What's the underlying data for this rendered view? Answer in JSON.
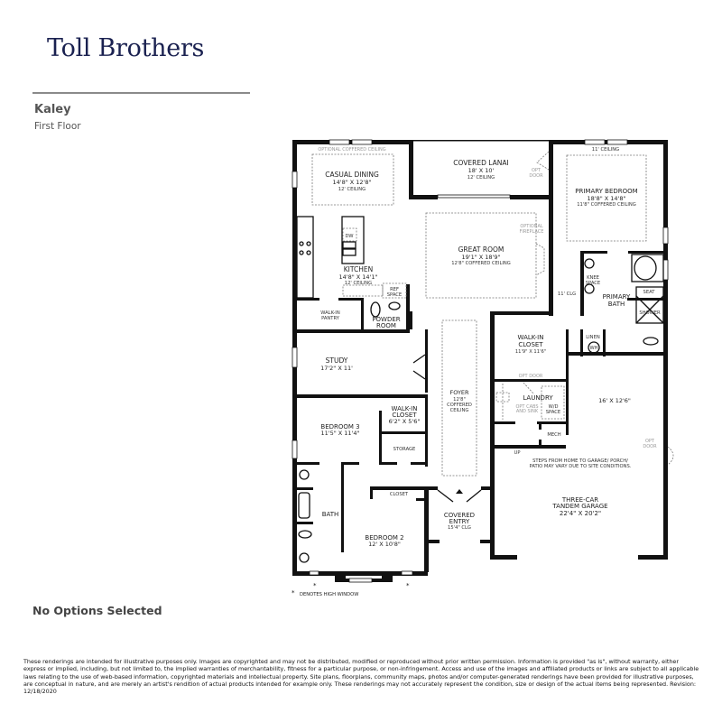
{
  "header": {
    "brand": "Toll Brothers",
    "model_name": "Kaley",
    "floor_name": "First Floor"
  },
  "plan": {
    "rooms": {
      "casual_dining": {
        "name": "CASUAL DINING",
        "dims": "14'8\" X 12'8\"",
        "note": "12' CEILING",
        "above": "OPTIONAL COFFERED CEILING"
      },
      "covered_lanai": {
        "name": "COVERED LANAI",
        "dims": "18' X 10'",
        "note": "12' CEILING"
      },
      "opt_door_lanai": {
        "line1": "OPT",
        "line2": "DOOR"
      },
      "primary_bedroom": {
        "name": "PRIMARY BEDROOM",
        "dims": "18'8\" X 14'8\"",
        "note": "11'8\" COFFERED CEILING",
        "above": "11' CEILING"
      },
      "great_room": {
        "name": "GREAT ROOM",
        "dims": "19'1\" X 18'9\"",
        "note": "12'8\" COFFERED CEILING"
      },
      "optional_fireplace": {
        "line1": "OPTIONAL",
        "line2": "FIREPLACE"
      },
      "kitchen": {
        "name": "KITCHEN",
        "dims": "14'8\" X 14'1\"",
        "note": "12' CEILING",
        "dw": "DW",
        "ref_line1": "REF",
        "ref_line2": "SPACE"
      },
      "walk_in_pantry": {
        "line1": "WALK-IN",
        "line2": "PANTRY"
      },
      "powder_room": {
        "line1": "POWDER",
        "line2": "ROOM"
      },
      "eleven_clg": "11' CLG",
      "knee_space": {
        "line1": "KNEE",
        "line2": "SPACE"
      },
      "primary_bath": {
        "line1": "PRIMARY",
        "line2": "BATH",
        "seat": "SEAT",
        "shower": "SHOWER"
      },
      "linen": "LINEN",
      "wh": "WH",
      "study": {
        "name": "STUDY",
        "dims": "17'2\" X 11'"
      },
      "walk_in_closet_primary": {
        "line1": "WALK-IN",
        "line2": "CLOSET",
        "dims": "11'9\" X 11'6\""
      },
      "opt_door_laundry": "OPT DOOR",
      "laundry": {
        "name": "LAUNDRY",
        "opt1": "OPT CABS",
        "opt2": "AND SINK",
        "wd1": "W/D",
        "wd2": "SPACE"
      },
      "mech": "MECH",
      "up": "UP",
      "foyer": {
        "name": "FOYER",
        "l2": "12'8\"",
        "l3": "COFFERED",
        "l4": "CEILING"
      },
      "garage_bay": {
        "dims": "16' X 12'6\""
      },
      "opt_door_garage": {
        "line1": "OPT",
        "line2": "DOOR"
      },
      "steps_note": {
        "line1": "STEPS FROM HOME TO GARAGE/ PORCH/",
        "line2": "PATIO MAY VARY DUE TO SITE CONDITIONS."
      },
      "bedroom3": {
        "name": "BEDROOM 3",
        "dims": "11'5\" X 11'4\""
      },
      "walk_in_closet_b3": {
        "line1": "WALK-IN",
        "line2": "CLOSET",
        "dims": "6'2\" X 5'6\""
      },
      "storage": "STORAGE",
      "garage": {
        "line1": "THREE-CAR",
        "line2": "TANDEM GARAGE",
        "dims": "22'4\" X 20'2\""
      },
      "closet": "CLOSET",
      "bath": "BATH",
      "bedroom2": {
        "name": "BEDROOM 2",
        "dims": "12' X 10'8\""
      },
      "covered_entry": {
        "line1": "COVERED",
        "line2": "ENTRY",
        "note": "15'4\" CLG"
      }
    },
    "legend": "DENOTES HIGH WINDOW"
  },
  "footer": {
    "options_status": "No Options Selected",
    "disclaimer": "These renderings are intended for illustrative purposes only. Images are copyrighted and may not be distributed, modified or reproduced without prior written permission. Information is provided \"as is\", without warranty, either express or implied, including, but not limited to, the implied warranties of merchantability, fitness for a particular purpose, or non-infringement. Access and use of the images and affiliated products or links are subject to all applicable laws relating to the use of web-based information, copyrighted materials and intellectual property. Site plans, floorplans, community maps, photos and/or computer-generated renderings have been provided for illustrative purposes, are conceptual in nature, and are merely an artist's rendition of actual products intended for example only. These renderings may not accurately represent the condition, size or design of the actual items being represented. Revision: 12/18/2020"
  },
  "colors": {
    "brand": "#1a2150",
    "rule": "#8a8a8a",
    "wall": "#111111",
    "optional_text": "#9a9a9a"
  }
}
